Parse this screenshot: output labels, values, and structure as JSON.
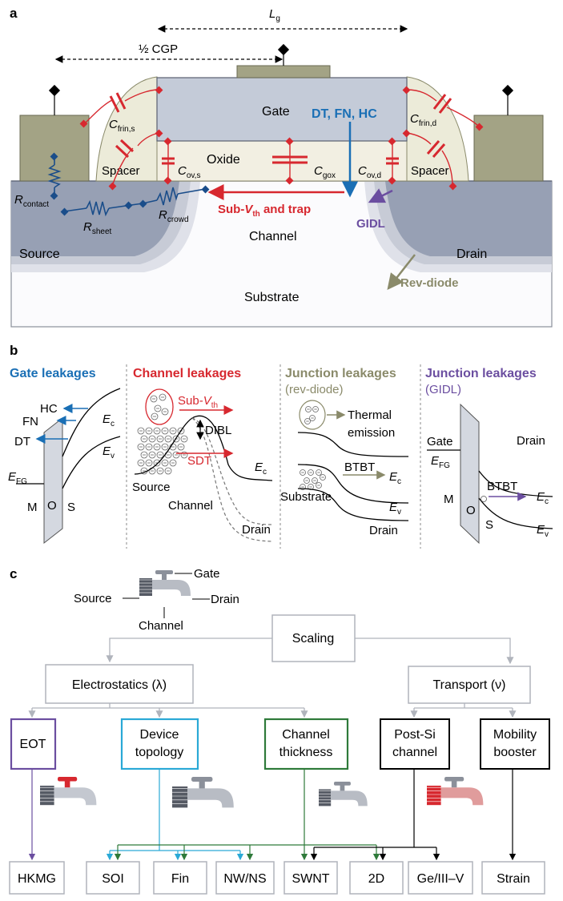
{
  "colors": {
    "blue": "#1a6fb5",
    "red": "#d7282f",
    "purple": "#6b4ea0",
    "olive": "#8a8a6a",
    "green": "#2e7a3a",
    "cyan": "#2aa9d6",
    "gray_box": "#b8bcc4",
    "contact": "#a3a385"
  },
  "panel_a": {
    "label": "a",
    "lg": "L",
    "lg_sub": "g",
    "half_cgp": "½ CGP",
    "gate": "Gate",
    "oxide": "Oxide",
    "spacer_left": "Spacer",
    "spacer_right": "Spacer",
    "channel": "Channel",
    "source": "Source",
    "drain": "Drain",
    "substrate": "Substrate",
    "dt_fn_hc": "DT, FN, HC",
    "sub_vth_a": "Sub-",
    "sub_vth_b": "V",
    "sub_vth_c": "th",
    "sub_vth_d": " and trap",
    "gidl": "GIDL",
    "rev_diode": "Rev-diode",
    "c_frin_s": "C",
    "c_frin_s_sub": "frin,s",
    "c_frin_d": "C",
    "c_frin_d_sub": "frin,d",
    "c_ov_s": "C",
    "c_ov_s_sub": "ov,s",
    "c_ov_d": "C",
    "c_ov_d_sub": "ov,d",
    "c_gox": "C",
    "c_gox_sub": "gox",
    "r_contact": "R",
    "r_contact_sub": "contact",
    "r_sheet": "R",
    "r_sheet_sub": "sheet",
    "r_crowd": "R",
    "r_crowd_sub": "crowd"
  },
  "panel_b": {
    "label": "b",
    "gate_leak": "Gate leakages",
    "chan_leak": "Channel leakages",
    "junc_rev_title": "Junction leakages",
    "junc_rev_sub": "(rev-diode)",
    "junc_gidl_title": "Junction leakages",
    "junc_gidl_sub": "(GIDL)",
    "hc": "HC",
    "fn": "FN",
    "dt": "DT",
    "ec": "E",
    "ec_sub": "c",
    "ev": "E",
    "ev_sub": "v",
    "efg": "E",
    "efg_sub": "FG",
    "m": "M",
    "o": "O",
    "s": "S",
    "subvth_a": "Sub-",
    "subvth_b": "V",
    "subvth_c": "th",
    "dibl": "DIBL",
    "sdt": "SDT",
    "source": "Source",
    "channel": "Channel",
    "drain": "Drain",
    "thermal1": "Thermal",
    "thermal2": "emission",
    "btbt": "BTBT",
    "substrate": "Substrate",
    "gate": "Gate"
  },
  "panel_c": {
    "label": "c",
    "tap_gate": "Gate",
    "tap_source": "Source",
    "tap_drain": "Drain",
    "tap_channel": "Channel",
    "scaling": "Scaling",
    "electrostatics": "Electrostatics (λ)",
    "transport": "Transport (ν)",
    "eot": "EOT",
    "device_topology_1": "Device",
    "device_topology_2": "topology",
    "channel_thickness_1": "Channel",
    "channel_thickness_2": "thickness",
    "post_si_1": "Post-Si",
    "post_si_2": "channel",
    "mobility_1": "Mobility",
    "mobility_2": "booster",
    "hkmg": "HKMG",
    "soi": "SOI",
    "fin": "Fin",
    "nwns": "NW/NS",
    "swnt": "SWNT",
    "twod": "2D",
    "ge": "Ge/III–V",
    "strain": "Strain"
  }
}
